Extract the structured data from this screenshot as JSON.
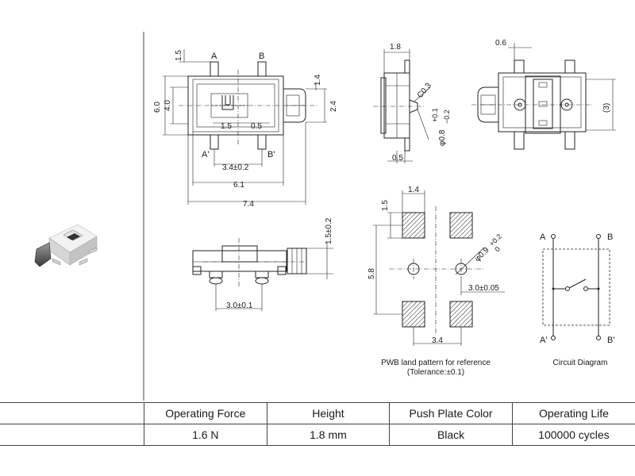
{
  "drawing": {
    "top_view": {
      "dims": [
        "1.5",
        "6.0",
        "4.0",
        "1.4",
        "2.4",
        "1.5",
        "0.5",
        "3.4±0.2",
        "6.1",
        "7.4"
      ],
      "terminals": [
        "A",
        "B",
        "A'",
        "B'"
      ]
    },
    "side_view": {
      "dims": [
        "1.8",
        "C0.3",
        "φ0.8",
        "+0.1",
        "−0.2",
        "0.5"
      ]
    },
    "bottom_view": {
      "dims": [
        "0.6",
        "(3)"
      ]
    },
    "front_view": {
      "dims": [
        "1.5±0.2",
        "3.0±0.1"
      ]
    },
    "land_pattern": {
      "dims": [
        "1.4",
        "1.5",
        "5.8",
        "φ0.9",
        "+0.2",
        "0",
        "3.0±0.05",
        "3.4"
      ],
      "caption_line1": "PWB land pattern for reference",
      "caption_line2": "(Tolerance:±0.1)"
    },
    "circuit": {
      "terminals": [
        "A",
        "B",
        "A'",
        "B'"
      ],
      "caption": "Circuit Diagram"
    }
  },
  "photo": {
    "icon": "slide-switch-product-photo"
  },
  "specs": {
    "headers": [
      "Operating Force",
      "Height",
      "Push Plate Color",
      "Operating Life"
    ],
    "values": [
      "1.6 N",
      "1.8 mm",
      "Black",
      "100000 cycles"
    ]
  }
}
